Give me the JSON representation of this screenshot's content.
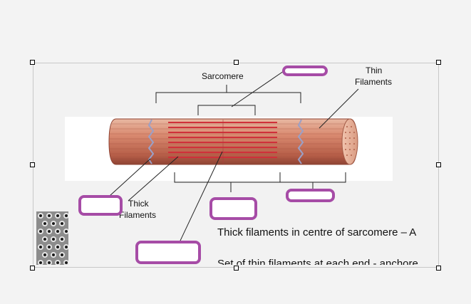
{
  "diagram": {
    "labels": {
      "sarcomere": "Sarcomere",
      "thin_filaments_line1": "Thin",
      "thin_filaments_line2": "Filaments",
      "thick_filaments_line1": "Thick",
      "thick_filaments_line2": "Filaments"
    },
    "colors": {
      "answer_box_border": "#a64ca6",
      "fiber_base": "#d98a70",
      "thick_filament": "#d0303a",
      "z_line": "#9aa0c8"
    }
  },
  "text": {
    "line1": "Thick filaments in centre of sarcomere – A",
    "line2": "Set of thin filaments at each end - anchore"
  }
}
